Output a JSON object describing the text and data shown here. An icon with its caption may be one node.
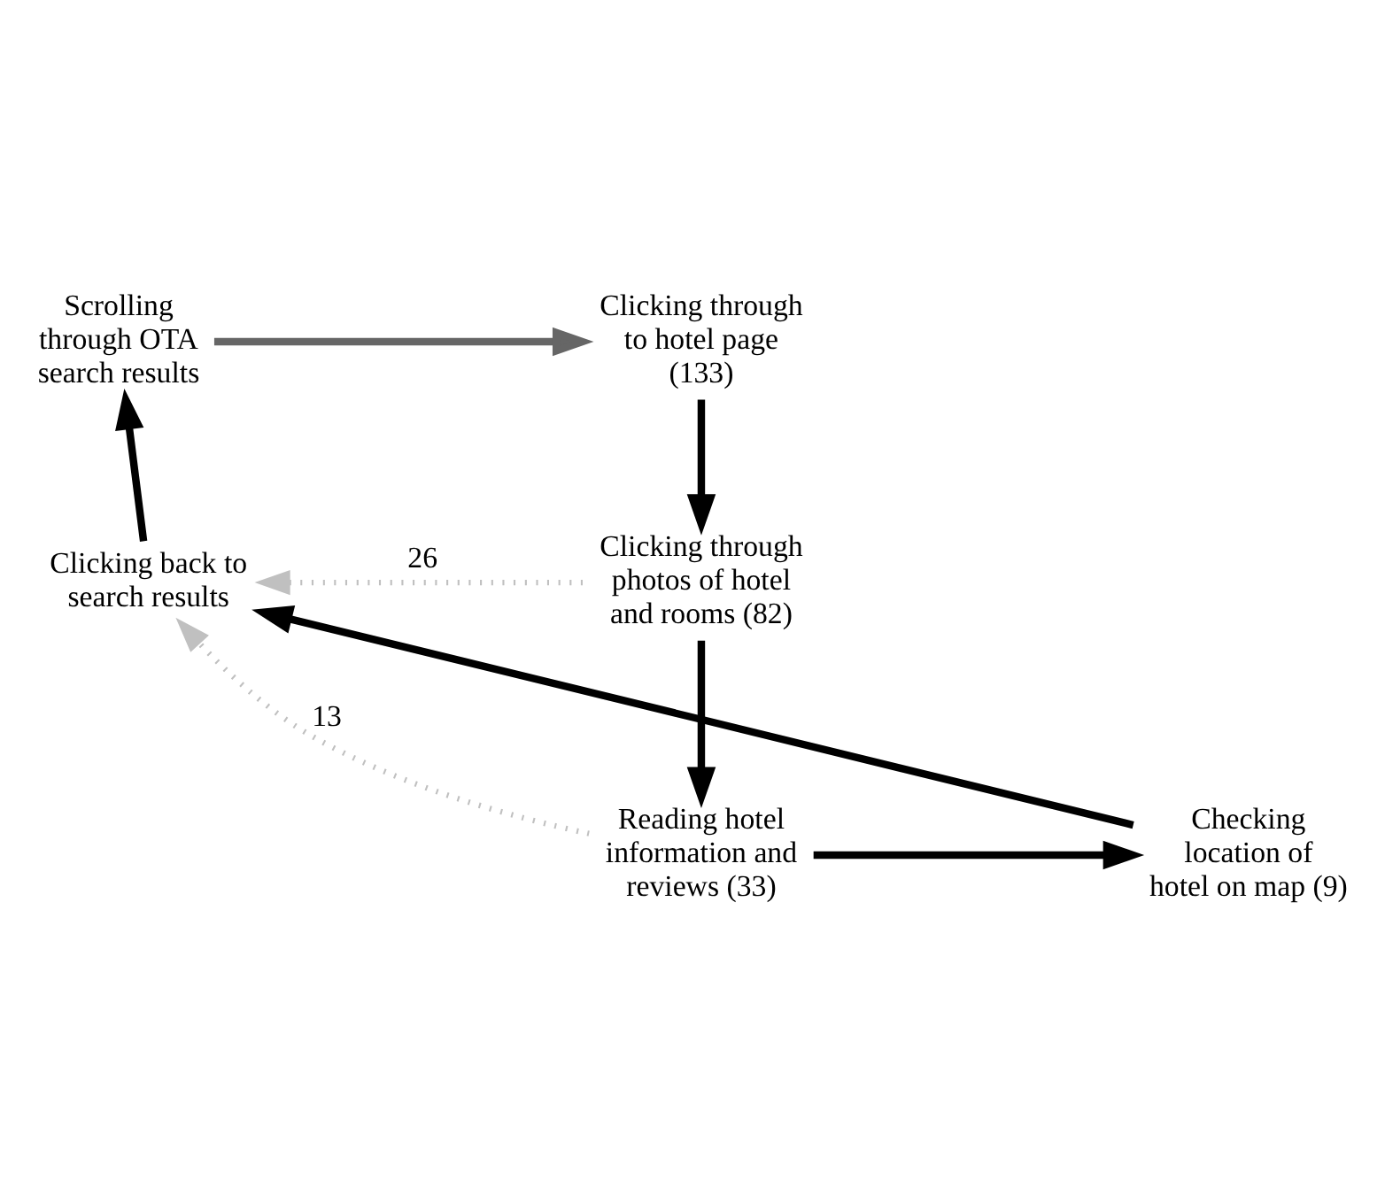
{
  "diagram": {
    "nodes": [
      {
        "text": [
          "Scrolling through OTA search results"
        ]
      },
      {
        "text": [
          "Clicking through to hotel page (133)"
        ]
      },
      {
        "text": [
          "Clicking through photos of hotel and rooms (82)"
        ]
      },
      {
        "text": [
          "Reading hotel information and reviews (33)"
        ]
      },
      {
        "text": [
          "Checking location of hotel on map (9)"
        ]
      },
      {
        "text": [
          "Clicking back to search results"
        ]
      }
    ],
    "edges": [
      {
        "from": 0,
        "to": 1,
        "arrow": "to",
        "color": "#666666"
      },
      {
        "from": 1,
        "to": 2,
        "arrow": "to"
      },
      {
        "from": 2,
        "to": 3,
        "arrow": "to"
      },
      {
        "from": 3,
        "to": 4,
        "arrow": "to"
      },
      {
        "from": 4,
        "to": 5,
        "arrow": "to"
      },
      {
        "from": 5,
        "to": 0,
        "arrow": "to"
      },
      {
        "from": 2,
        "to": 5,
        "arrow": "to",
        "label": "26",
        "style": "dashed",
        "color": "#c0c0c0"
      },
      {
        "from": 3,
        "to": 5,
        "arrow": "to",
        "label": "13",
        "style": "dashed",
        "color": "#c0c0c0"
      }
    ]
  }
}
